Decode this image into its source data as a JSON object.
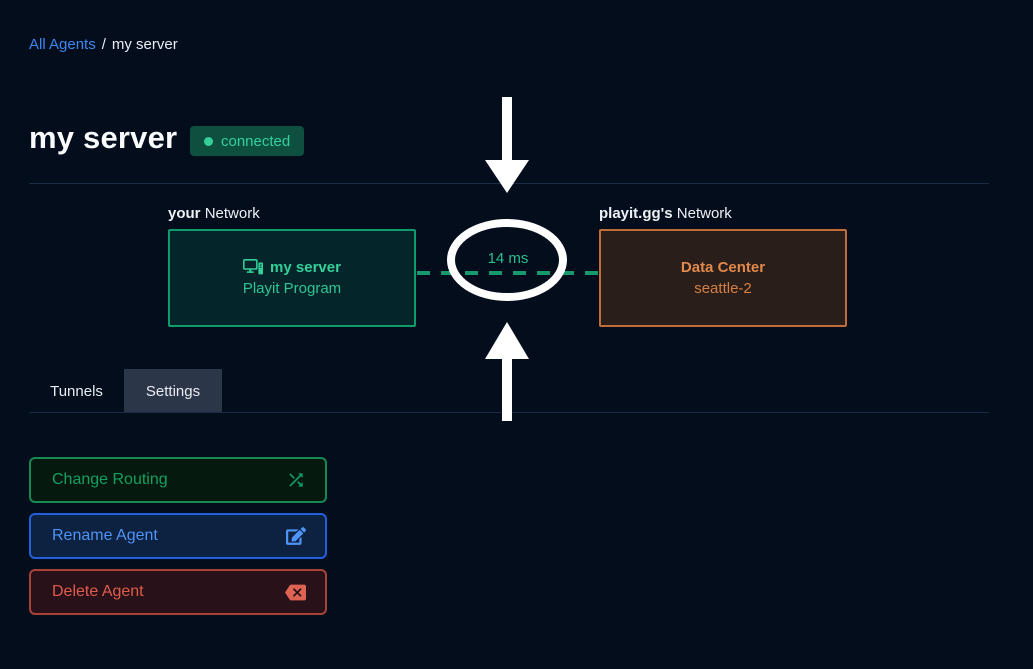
{
  "colors": {
    "background": "#030d1c",
    "link_blue": "#3d87f5",
    "green_accent": "#35cf9a",
    "green_border": "#0f9b6c",
    "orange_accent": "#e2894c",
    "orange_border": "#c06c38",
    "red_accent": "#df5c4b",
    "blue_accent": "#4e93f6",
    "badge_background": "#0e5040",
    "active_tab_background": "#2b3648",
    "annotation_white": "#ffffff"
  },
  "breadcrumb": {
    "all_agents_link": "All Agents",
    "separator": "/",
    "current": "my server"
  },
  "header": {
    "title": "my server",
    "status_label": "connected"
  },
  "diagram": {
    "left": {
      "owner": "your",
      "network_word": "Network",
      "box_title": "my server",
      "box_subtitle": "Playit Program"
    },
    "latency": "14 ms",
    "right": {
      "owner": "playit.gg's",
      "network_word": "Network",
      "box_title": "Data Center",
      "box_subtitle": "seattle-2"
    }
  },
  "tabs": {
    "tunnels": "Tunnels",
    "settings": "Settings",
    "active": "Settings"
  },
  "actions": {
    "change_routing": "Change Routing",
    "rename_agent": "Rename Agent",
    "delete_agent": "Delete Agent"
  },
  "icons": {
    "status_dot": "connected-status-dot",
    "devices": "computer-devices-icon",
    "shuffle": "shuffle-icon",
    "edit": "edit-pen-square-icon",
    "backspace": "backspace-delete-icon",
    "down_arrow": "annotation-down-arrow",
    "up_arrow": "annotation-up-arrow",
    "ellipse": "annotation-ellipse-highlight"
  }
}
